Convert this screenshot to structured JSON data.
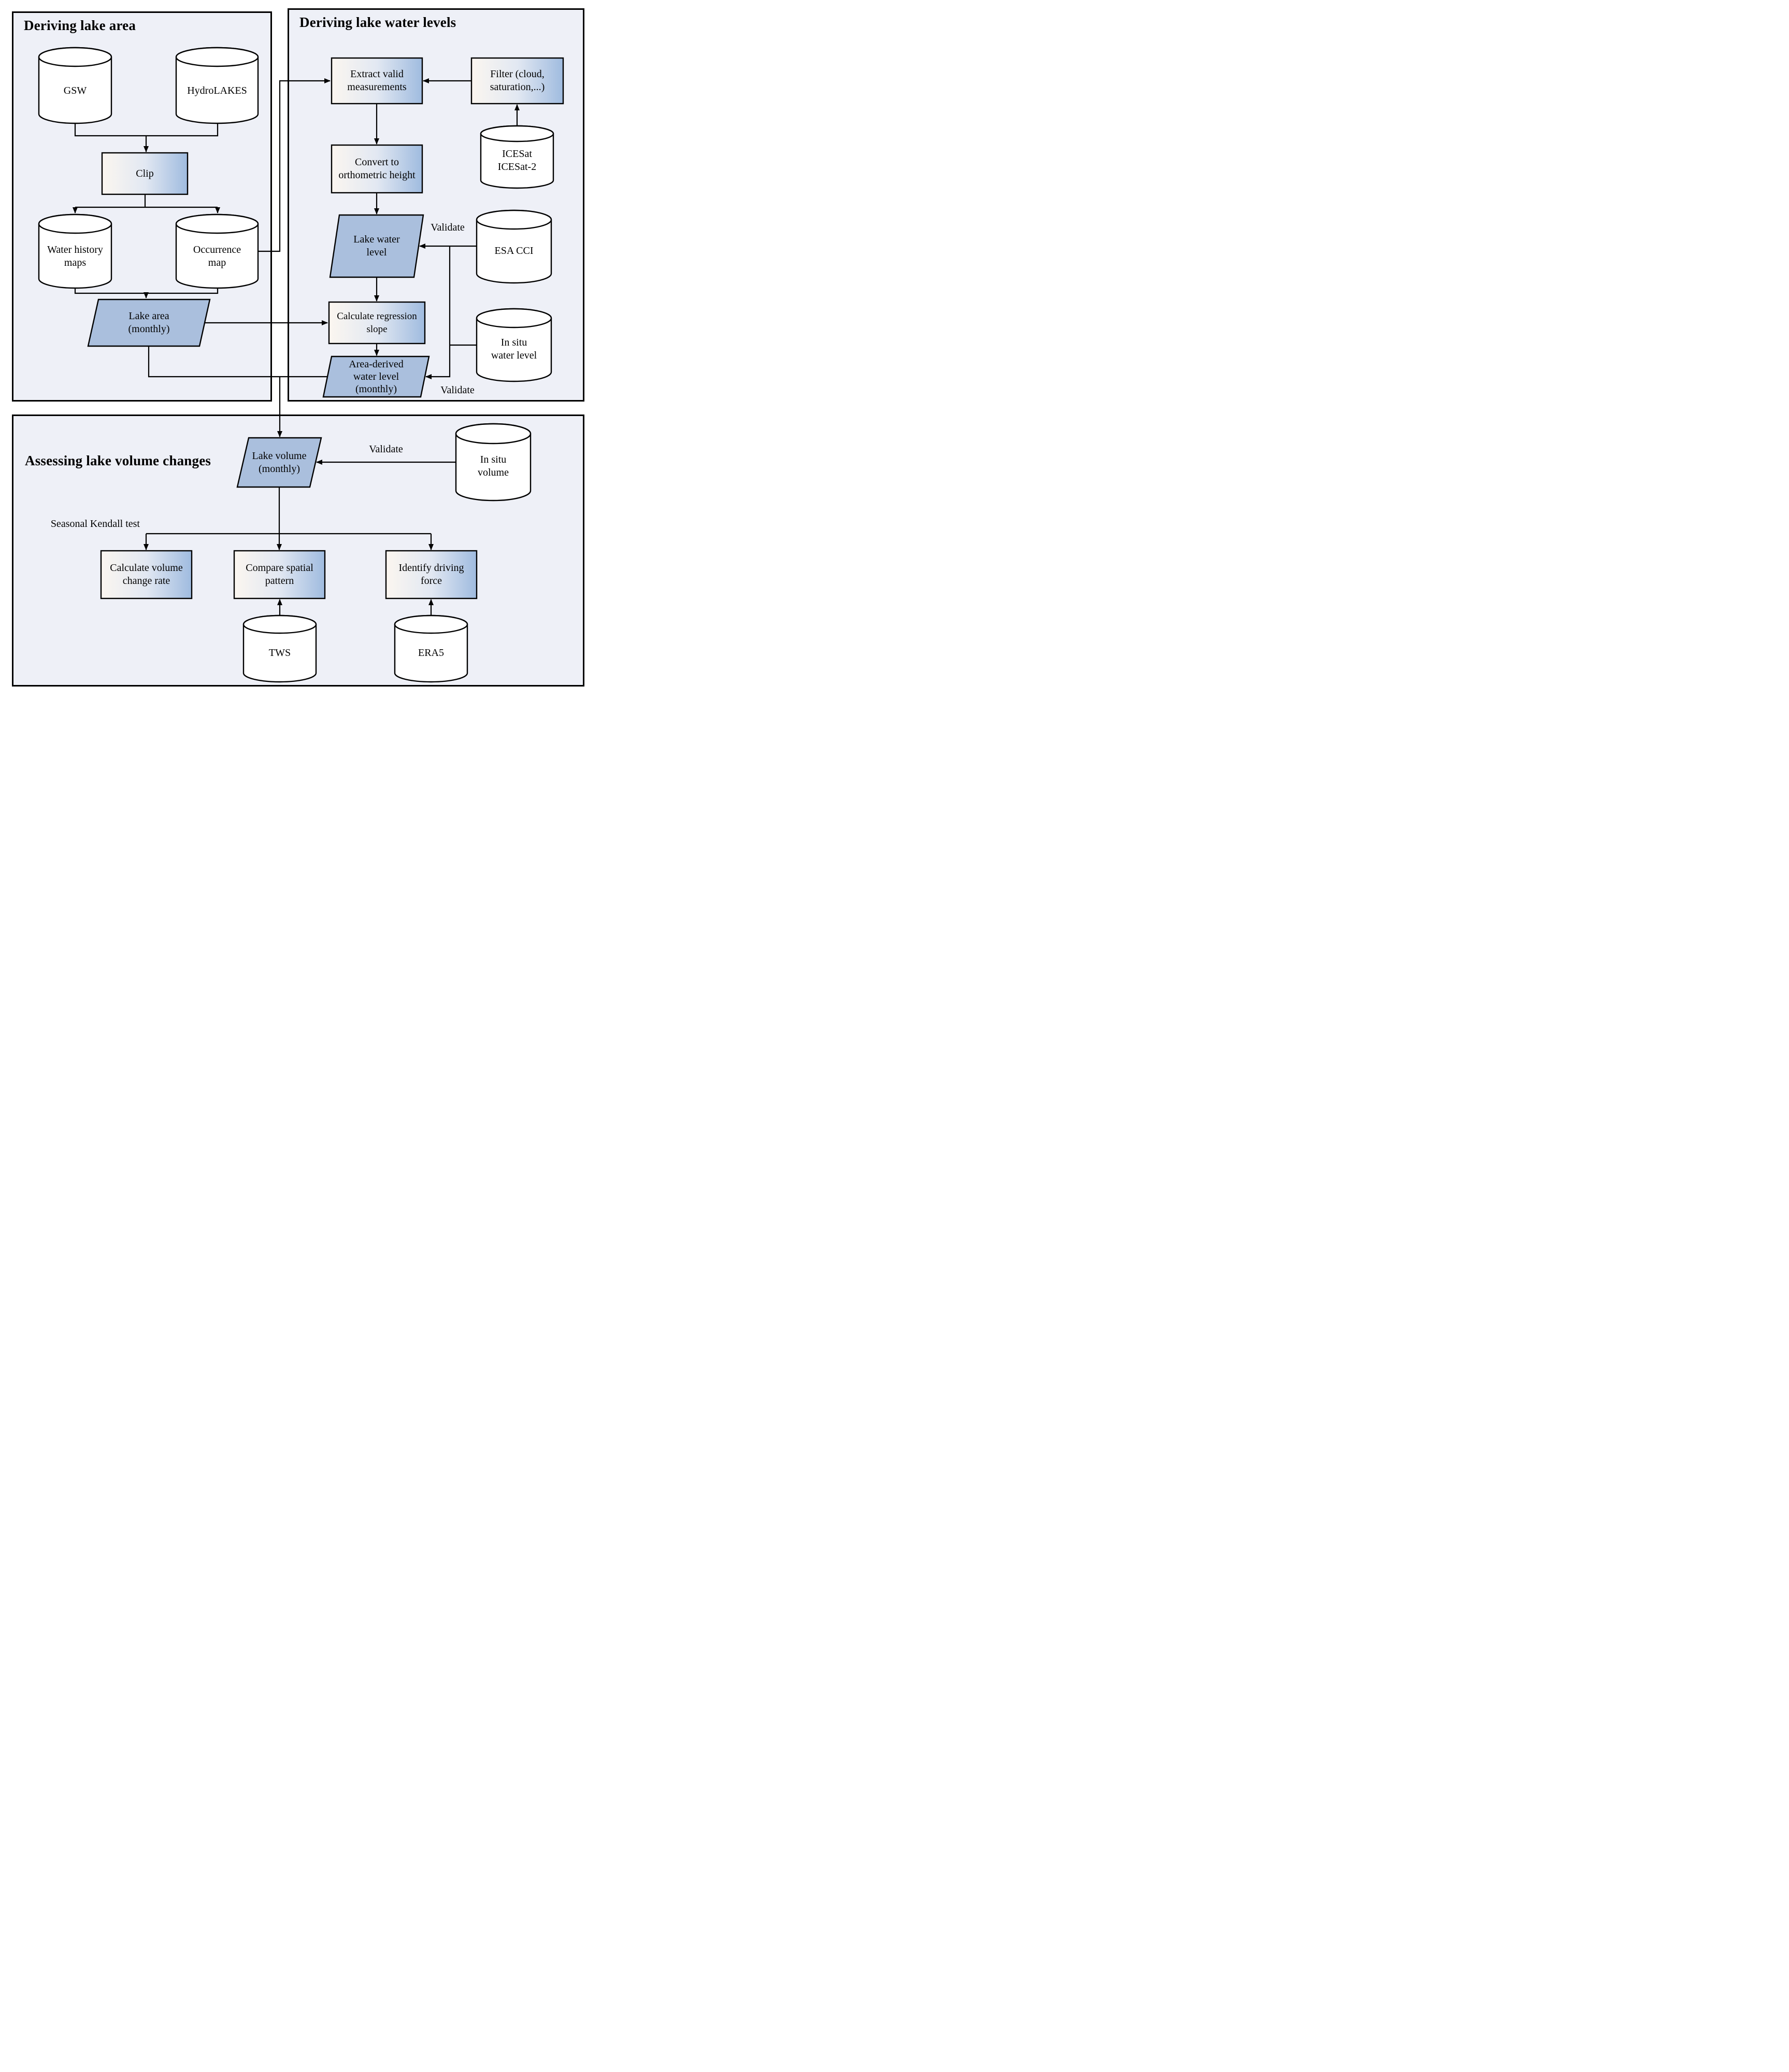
{
  "colors": {
    "panel_background": "#eef0f7",
    "data_shape_blue": "#aabfdd",
    "process_gradient_left": "#fbf6f0",
    "process_gradient_mid": "#e2e8f2",
    "process_gradient_right": "#9fbbdf",
    "line_color": "#000000"
  },
  "panels": {
    "area": {
      "title": "Deriving lake area",
      "nodes": {
        "gsw": "GSW",
        "hydrolakes": "HydroLAKES",
        "clip": "Clip",
        "water_history": "Water history\nmaps",
        "occurrence": "Occurrence\nmap",
        "lake_area": "Lake area\n(monthly)"
      }
    },
    "levels": {
      "title": "Deriving lake water levels",
      "nodes": {
        "extract": "Extract valid\nmeasurements",
        "filter": "Filter (cloud,\nsaturation,...)",
        "icesat": "ICESat\nICESat-2",
        "convert": "Convert to\northometric height",
        "lake_water_level": "Lake water\nlevel",
        "esa_cci": "ESA CCI",
        "calc_slope": "Calculate regression\nslope",
        "in_situ_water_level": "In situ\nwater level",
        "area_derived": "Area-derived\nwater level\n(monthly)"
      },
      "labels": {
        "validate_level": "Validate",
        "validate_area": "Validate"
      }
    },
    "volume": {
      "title": "Assessing lake volume changes",
      "nodes": {
        "lake_volume": "Lake volume\n(monthly)",
        "in_situ_volume": "In situ\nvolume",
        "calc_rate": "Calculate volume\nchange rate",
        "compare": "Compare spatial\npattern",
        "identify": "Identify driving\nforce",
        "tws": "TWS",
        "era5": "ERA5"
      },
      "labels": {
        "validate_volume": "Validate",
        "seasonal_kendall": "Seasonal Kendall test"
      }
    }
  }
}
